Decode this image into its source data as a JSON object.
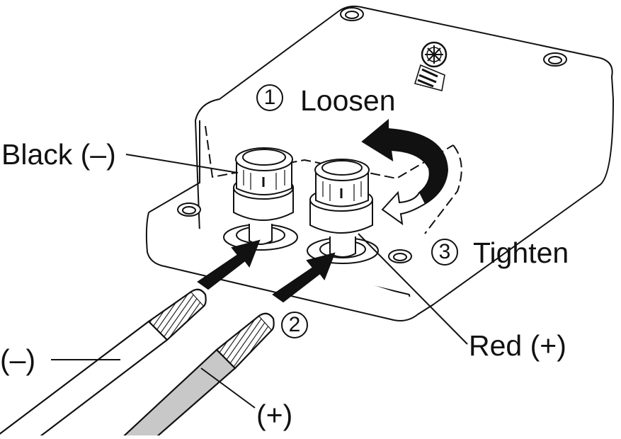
{
  "steps": [
    {
      "number": "1",
      "text": "Loosen"
    },
    {
      "number": "2"
    },
    {
      "number": "3",
      "text": "Tighten"
    }
  ],
  "labels": {
    "black_terminal": "Black (–)",
    "red_terminal": "Red (+)",
    "negative_wire": "(–)",
    "positive_wire": "(+)"
  },
  "colors": {
    "line": "#111111",
    "positive_wire_insulation": "#c8c8c8",
    "negative_wire_insulation": "#ffffff"
  }
}
